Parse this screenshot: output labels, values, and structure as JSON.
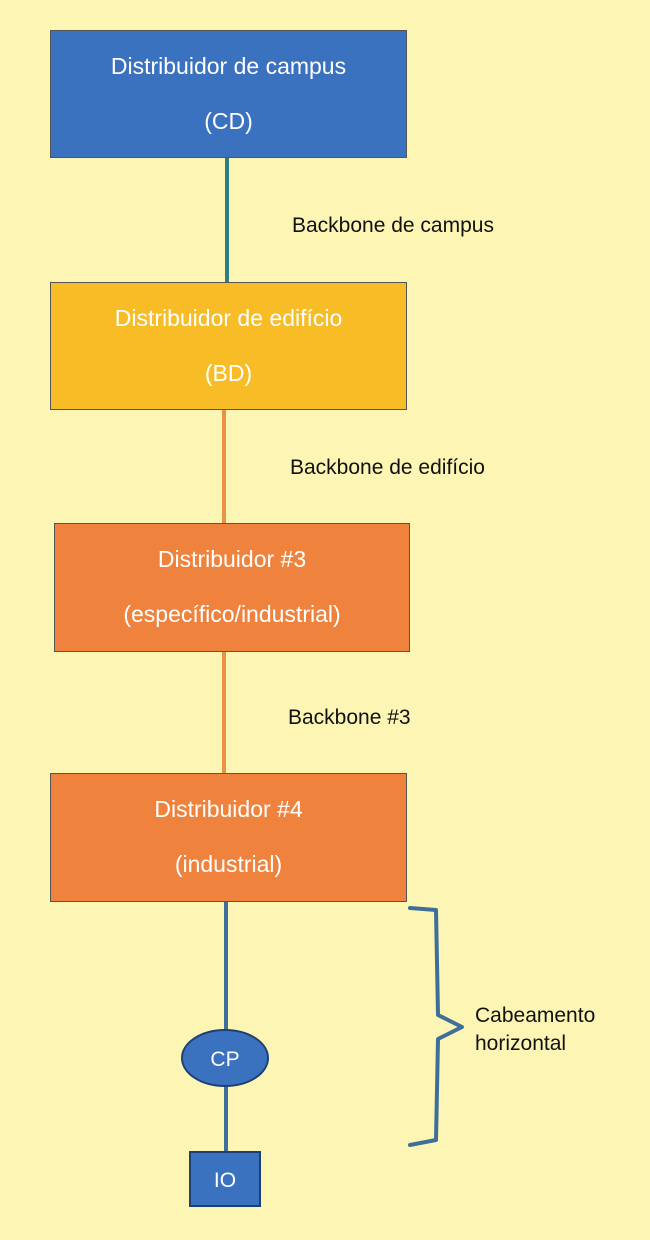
{
  "colors": {
    "background": "#fdf5b4",
    "campus": "#3b72c0",
    "building": "#f8bd26",
    "orange": "#ef833d",
    "teal_link": "#2f7f80",
    "orange_link": "#e9924a",
    "blue_link": "#3e6f9a"
  },
  "nodes": {
    "cd": {
      "line1": "Distribuidor de campus",
      "line2": "(CD)"
    },
    "bd": {
      "line1": "Distribuidor de edifício",
      "line2": "(BD)"
    },
    "d3": {
      "line1": "Distribuidor #3",
      "line2": "(específico/industrial)"
    },
    "d4": {
      "line1": "Distribuidor #4",
      "line2": "(industrial)"
    },
    "cp": {
      "label": "CP"
    },
    "io": {
      "label": "IO"
    }
  },
  "links": {
    "campus": "Backbone de campus",
    "building": "Backbone de edifício",
    "b3": "Backbone #3"
  },
  "horizontal": {
    "line1": "Cabeamento",
    "line2": "horizontal"
  }
}
